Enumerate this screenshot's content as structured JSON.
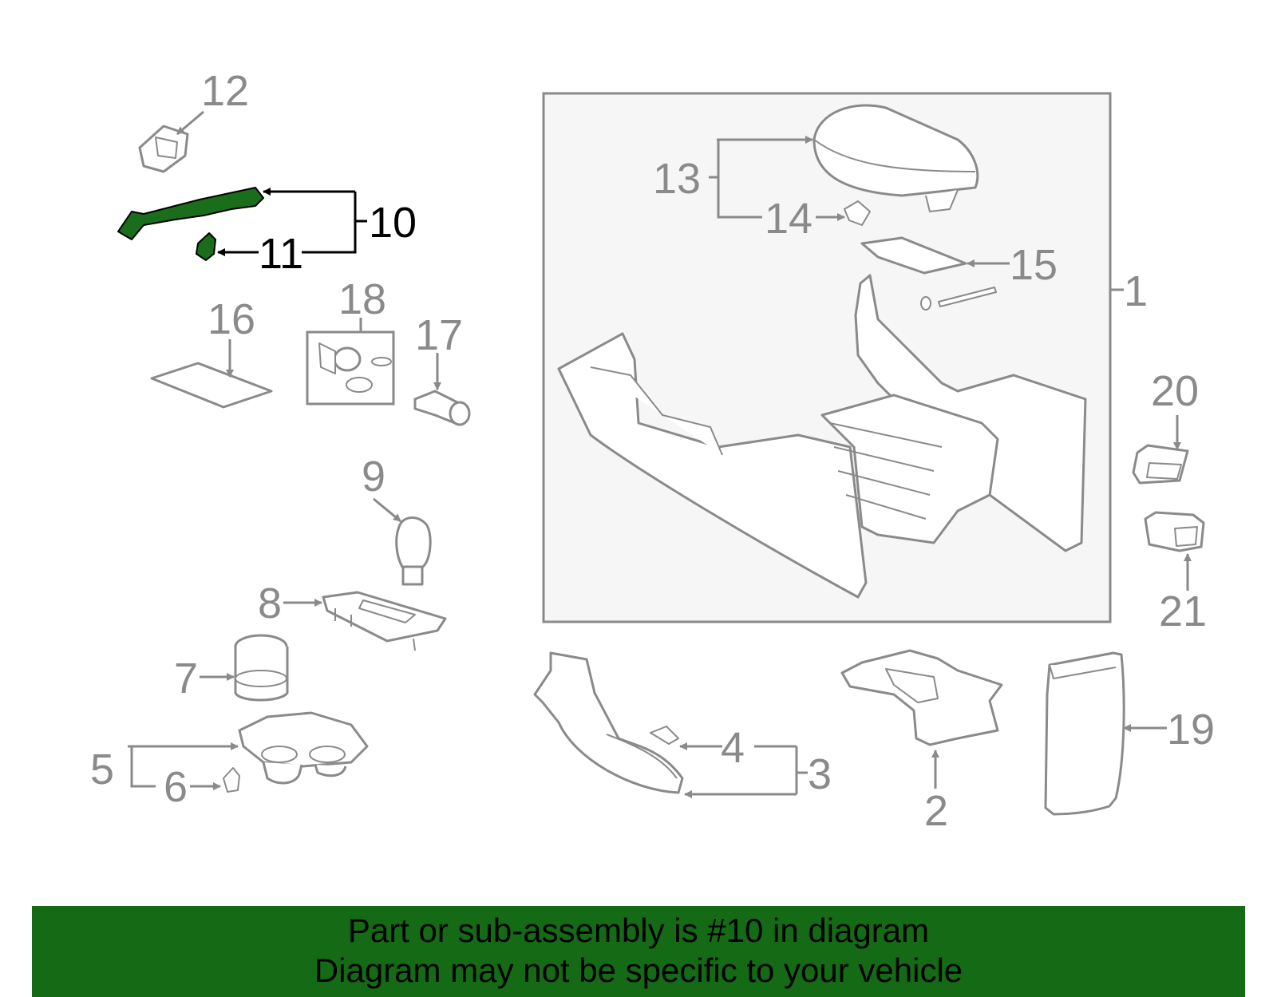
{
  "banner": {
    "line1": "Part or sub-assembly is #10 in diagram",
    "line2": "Diagram may not be specific to your vehicle"
  },
  "highlighted_part": "10",
  "colors": {
    "highlight_fill": "#1a6d1a",
    "banner_bg": "#156b15",
    "line_gray": "#8a8a8a",
    "box_bg": "#f6f6f6"
  },
  "callouts": {
    "c1": "1",
    "c2": "2",
    "c3": "3",
    "c4": "4",
    "c5": "5",
    "c6": "6",
    "c7": "7",
    "c8": "8",
    "c9": "9",
    "c10": "10",
    "c11": "11",
    "c12": "12",
    "c13": "13",
    "c14": "14",
    "c15": "15",
    "c16": "16",
    "c17": "17",
    "c18": "18",
    "c19": "19",
    "c20": "20",
    "c21": "21"
  }
}
